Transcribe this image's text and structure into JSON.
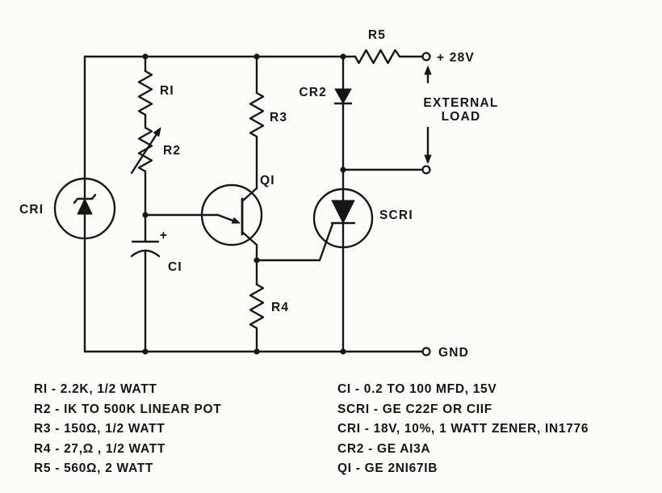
{
  "labels": {
    "r5": "R5",
    "supply": "+ 28V",
    "external_load_line1": "EXTERNAL",
    "external_load_line2": "LOAD",
    "cr2": "CR2",
    "r1": "RI",
    "r2": "R2",
    "r3": "R3",
    "r4": "R4",
    "q1": "QI",
    "cr1": "CRI",
    "c1": "CI",
    "c1_polarity": "+",
    "scr1": "SCRI",
    "gnd": "GND"
  },
  "parts": {
    "left": [
      "RI - 2.2K, 1/2 WATT",
      "R2 - IK TO 500K LINEAR POT",
      "R3 - 150Ω, 1/2 WATT",
      "R4 - 27,Ω , 1/2 WATT",
      "R5 - 560Ω, 2 WATT"
    ],
    "right": [
      "CI - 0.2 TO 100 MFD, 15V",
      "SCRI - GE C22F OR CIIF",
      "CRI - 18V, 10%, 1 WATT ZENER, IN1776",
      "CR2 - GE AI3A",
      "QI - GE 2NI67IB"
    ]
  }
}
